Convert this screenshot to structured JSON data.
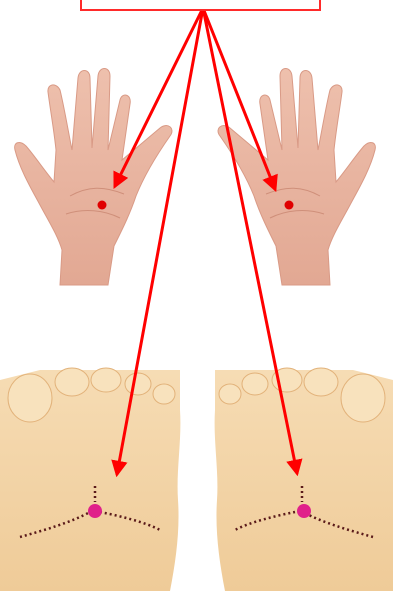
{
  "top_label": {
    "text": ""
  },
  "palette": {
    "skin_hand": "#e9b7a3",
    "skin_hand_shadow": "#d99a86",
    "skin_foot": "#f3d3a4",
    "skin_foot_shadow": "#e7bd86",
    "arrow": "#ff0000",
    "acupoint_hand": "#e00000",
    "acupoint_foot": "#e0218a",
    "guide_line": "#5a1a1a"
  },
  "images": [
    {
      "name": "left-palm",
      "point": "red-dot"
    },
    {
      "name": "right-palm",
      "point": "red-dot"
    },
    {
      "name": "left-sole",
      "point": "magenta-dot"
    },
    {
      "name": "right-sole",
      "point": "magenta-dot"
    }
  ],
  "arrow_count": 4
}
